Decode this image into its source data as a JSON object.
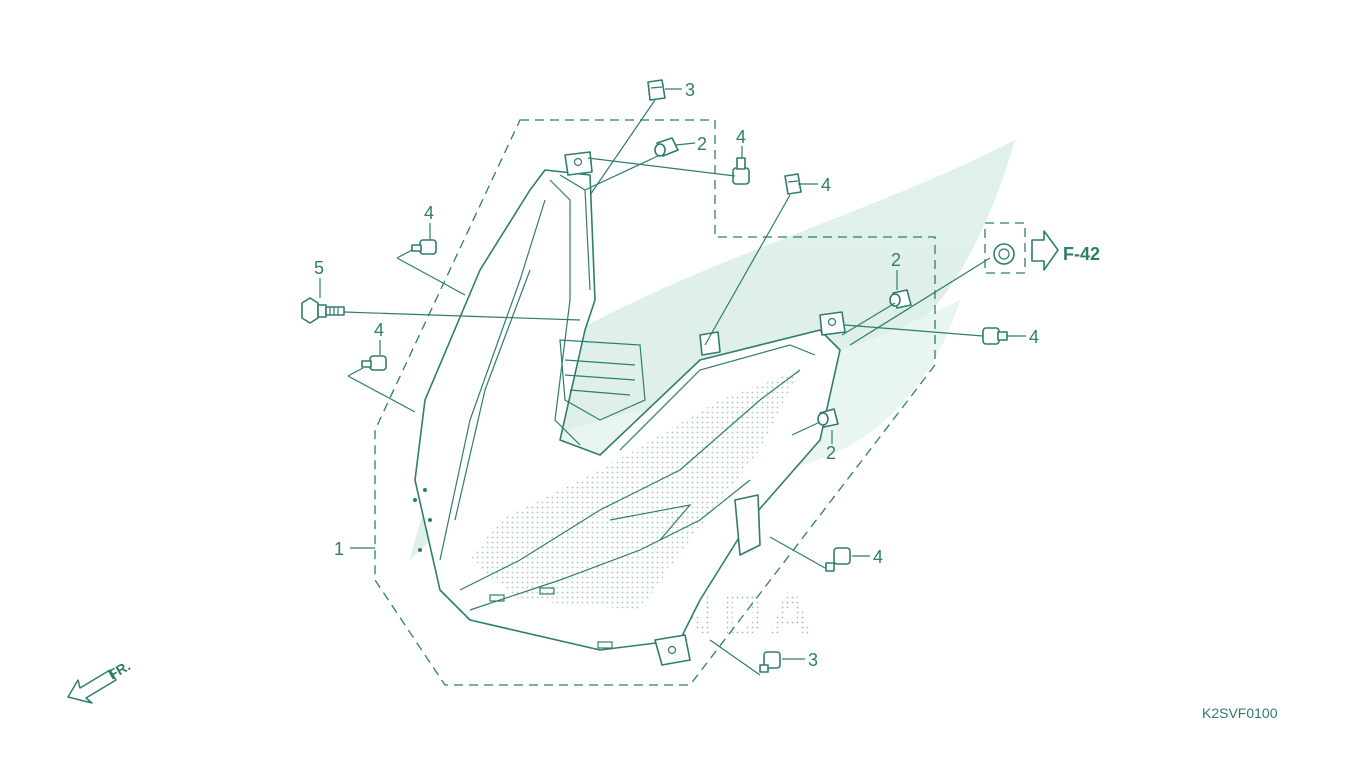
{
  "diagram_code": "K2SVF0100",
  "reference": {
    "label": "F-42"
  },
  "front_indicator": "FR.",
  "watermark": {
    "text": "HONDA"
  },
  "colors": {
    "line": "#2f7d6c",
    "watermark": "#d8ede6",
    "background": "#ffffff"
  },
  "callouts": [
    {
      "id": "c1",
      "label": "1"
    },
    {
      "id": "c2a",
      "label": "2"
    },
    {
      "id": "c2b",
      "label": "2"
    },
    {
      "id": "c2c",
      "label": "2"
    },
    {
      "id": "c3a",
      "label": "3"
    },
    {
      "id": "c3b",
      "label": "3"
    },
    {
      "id": "c4a",
      "label": "4"
    },
    {
      "id": "c4b",
      "label": "4"
    },
    {
      "id": "c4c",
      "label": "4"
    },
    {
      "id": "c4d",
      "label": "4"
    },
    {
      "id": "c4e",
      "label": "4"
    },
    {
      "id": "c4f",
      "label": "4"
    },
    {
      "id": "c5",
      "label": "5"
    }
  ]
}
